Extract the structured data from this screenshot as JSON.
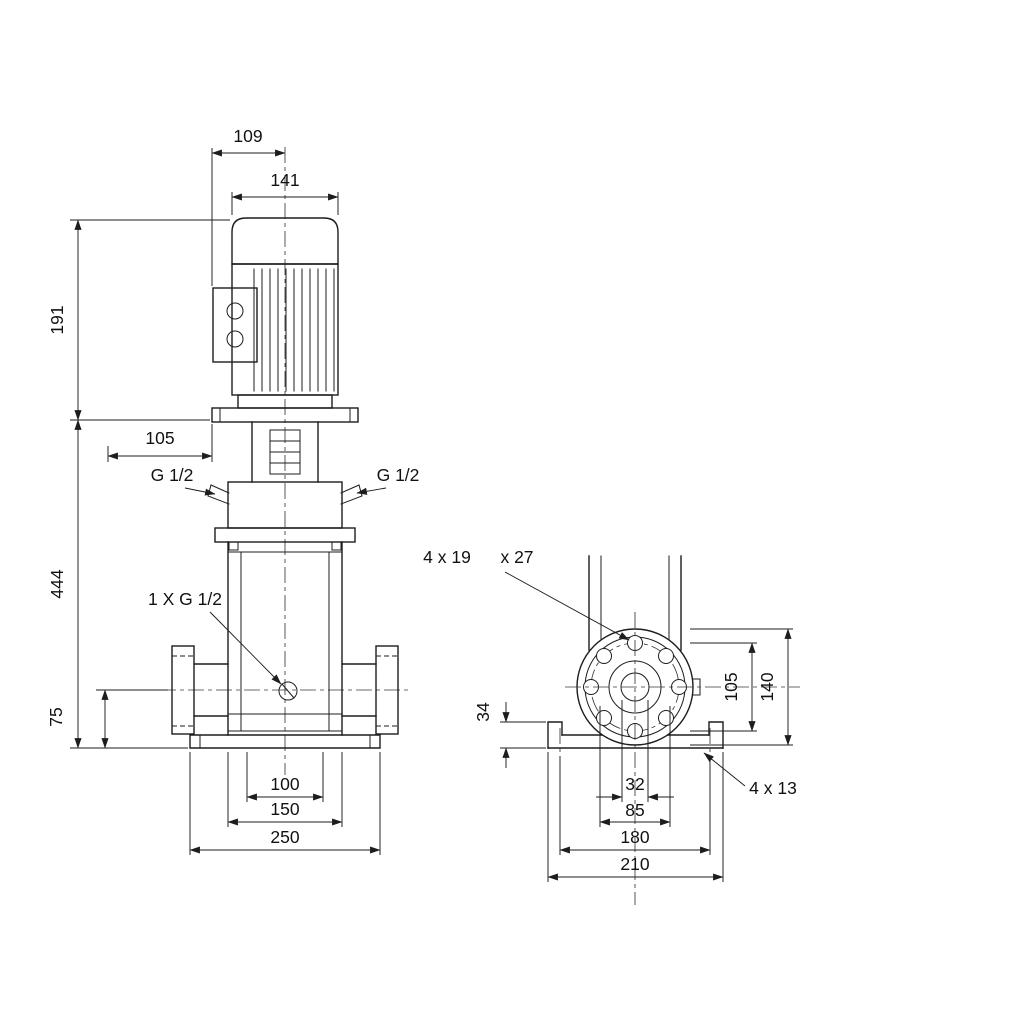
{
  "front_view": {
    "d109": "109",
    "d141": "141",
    "d191": "191",
    "d105": "105",
    "d444": "444",
    "d75": "75",
    "d100": "100",
    "d150": "150",
    "d250": "250",
    "port_left": "G 1/2",
    "port_right": "G 1/2",
    "drain": "1 X G 1/2"
  },
  "side_view": {
    "flange_holes": "4 x 19",
    "flange_holes_depth": "x 27",
    "d34": "34",
    "d105": "105",
    "d140": "140",
    "d32": "32",
    "d85": "85",
    "d180": "180",
    "d210": "210",
    "base_holes": "4  x 13"
  }
}
